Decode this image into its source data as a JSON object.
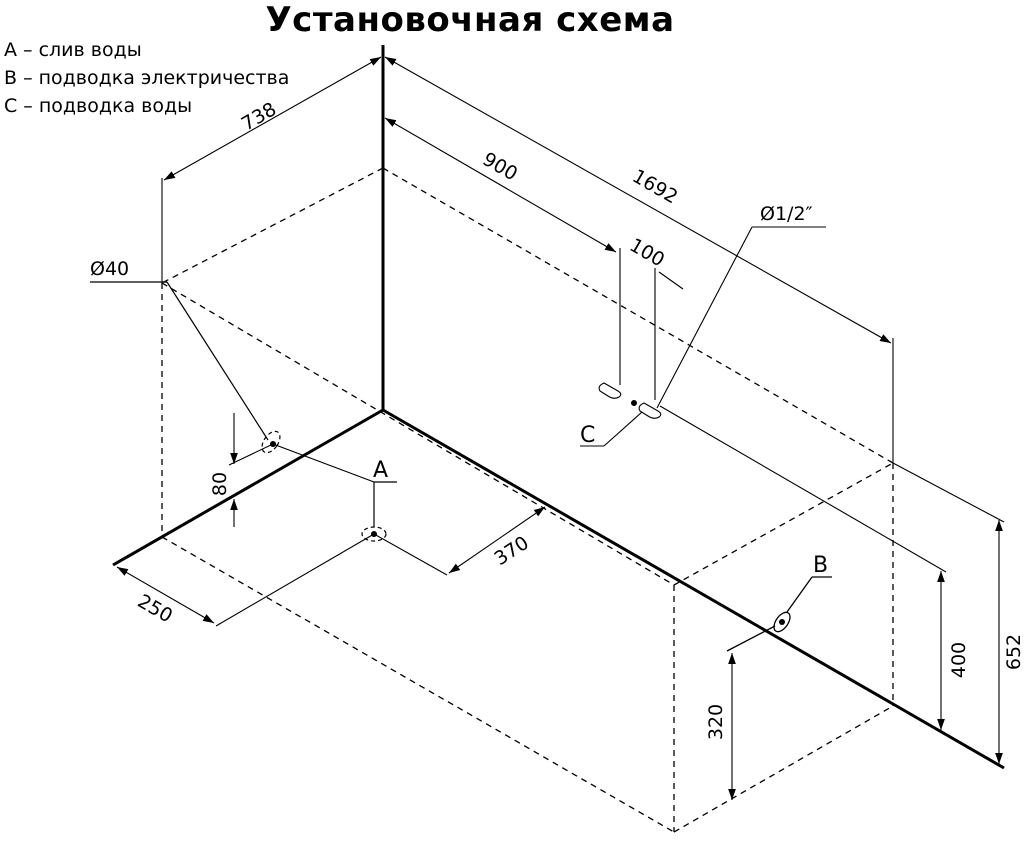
{
  "title": "Установочная схема",
  "legend": [
    "A – слив воды",
    "B – подводка электричества",
    "C – подводка воды"
  ],
  "dimensions": {
    "width_738": "738",
    "length_900": "900",
    "length_1692": "1692",
    "offset_100": "100",
    "pipe_d12": "Ø1/2″",
    "drain_d40": "Ø40",
    "height_80": "80",
    "offset_370": "370",
    "offset_250": "250",
    "height_320": "320",
    "height_400": "400",
    "height_652": "652"
  },
  "labels": {
    "a": "A",
    "b": "B",
    "c": "C"
  }
}
